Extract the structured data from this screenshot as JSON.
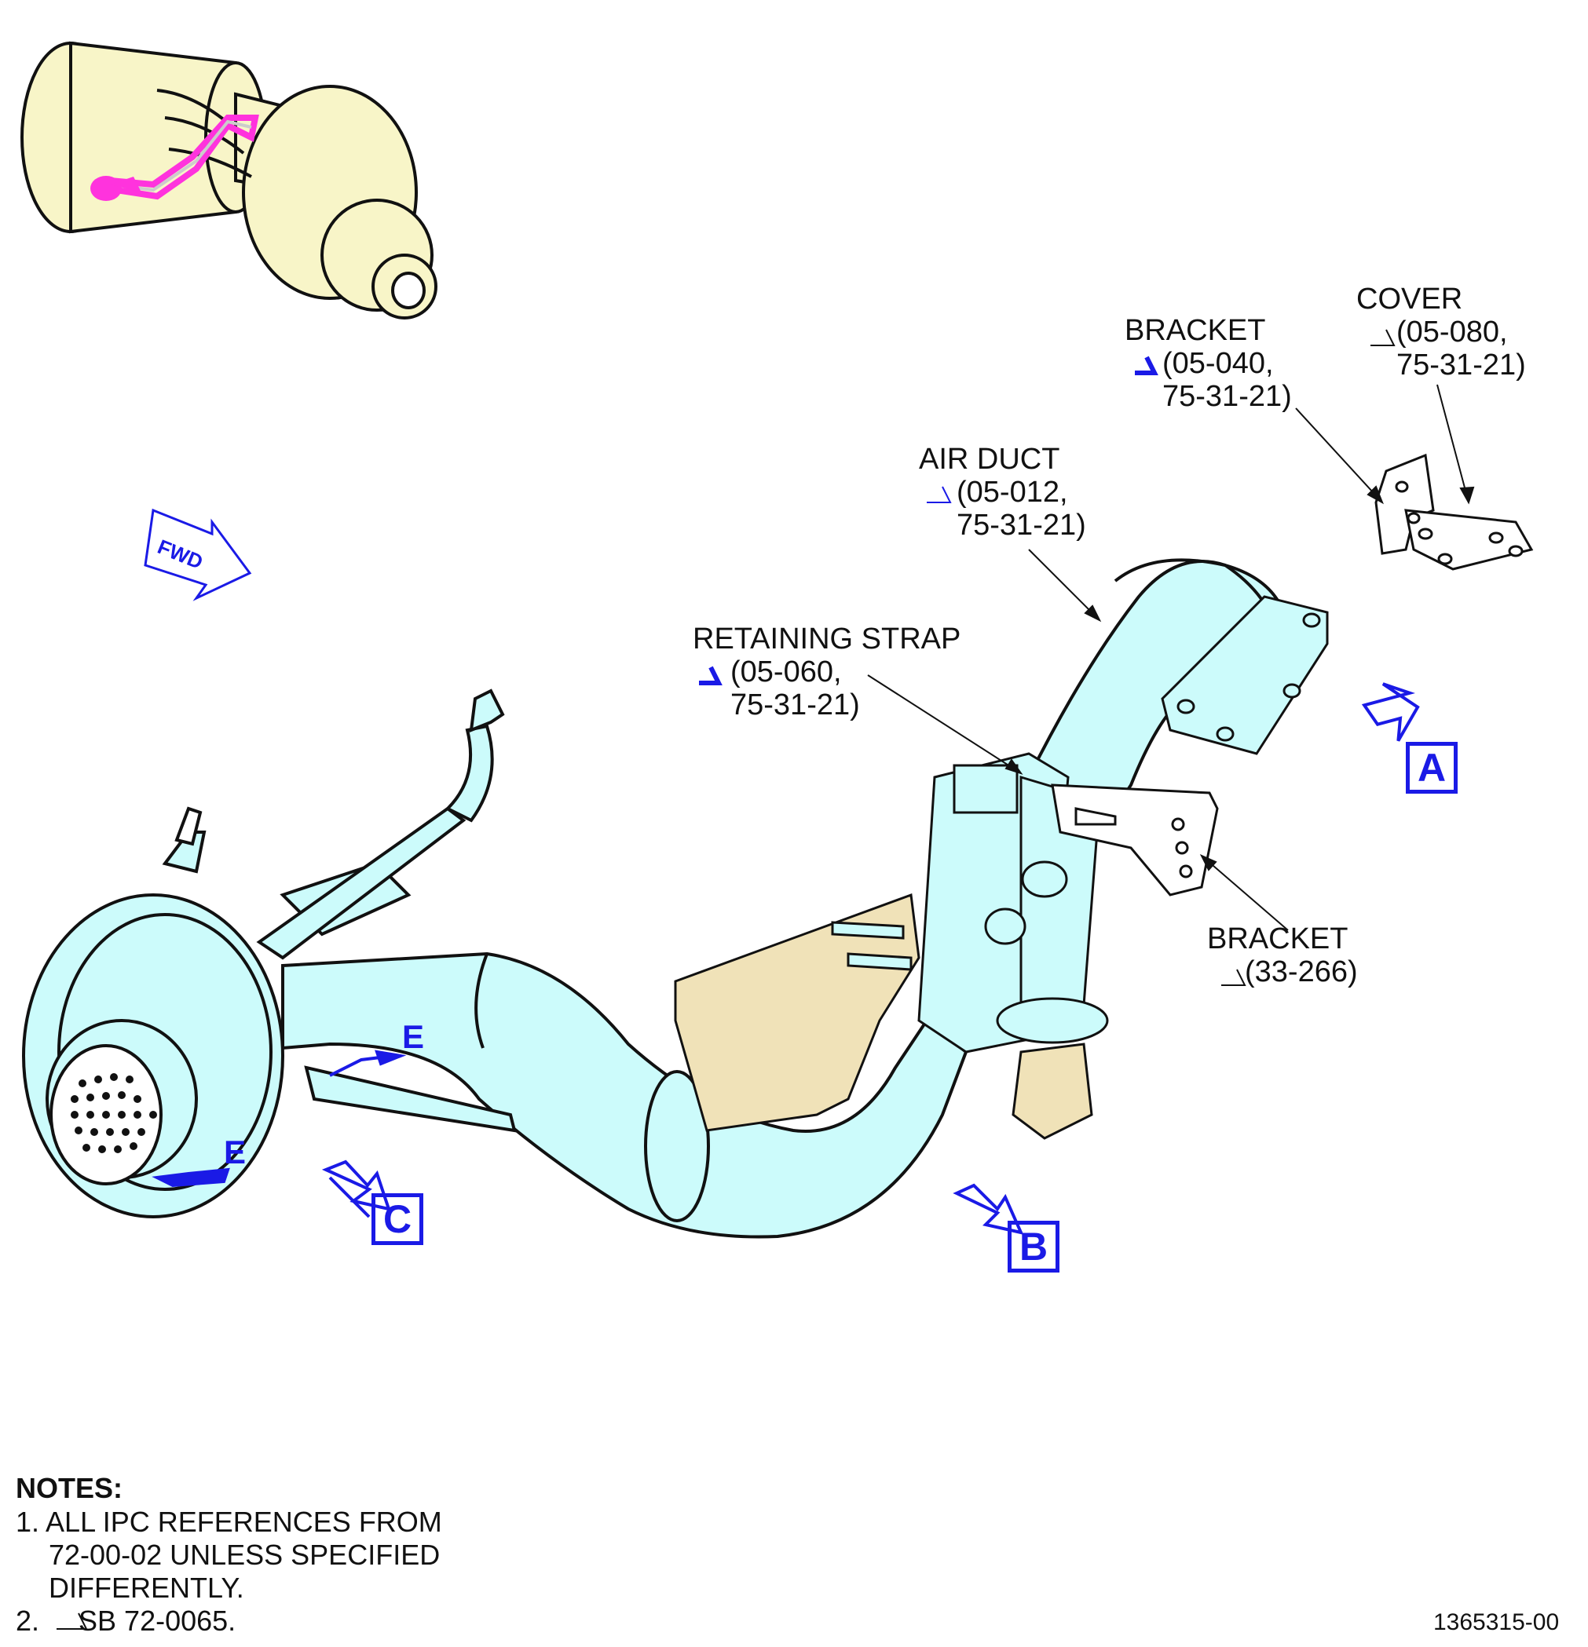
{
  "labels": {
    "cover": {
      "name": "COVER",
      "ref1": "(05-080,",
      "ref2": "75-31-21)"
    },
    "bracket_top": {
      "name": "BRACKET",
      "ref1": "(05-040,",
      "ref2": "75-31-21)"
    },
    "air_duct": {
      "name": "AIR DUCT",
      "ref1": "(05-012,",
      "ref2": "75-31-21)"
    },
    "retaining_strap": {
      "name": "RETAINING STRAP",
      "ref1": "(05-060,",
      "ref2": "75-31-21)"
    },
    "bracket_right": {
      "name": "BRACKET",
      "ref1": "(33-266)"
    }
  },
  "views": {
    "a": "A",
    "b": "B",
    "c": "C",
    "e1": "E",
    "e2": "E"
  },
  "fwd": "FWD",
  "notes": {
    "title": "NOTES:",
    "n1_line1": "1. ALL IPC REFERENCES FROM",
    "n1_line2": "72-00-02 UNLESS SPECIFIED",
    "n1_line3": "DIFFERENTLY.",
    "n2": "2.     SB 72-0065."
  },
  "figure_id": "1365315-00",
  "colors": {
    "duct": "#ccfbfb",
    "engine": "#f8f5c8",
    "bracket": "#f0e2b8",
    "callout_blue": "#1a1ae6",
    "highlight": "#ff33dd"
  }
}
